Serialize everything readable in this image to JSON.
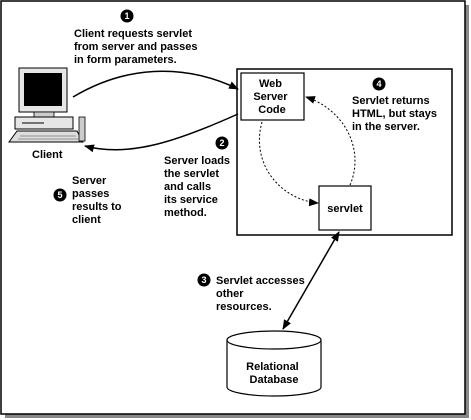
{
  "diagram": {
    "client_label": "Client",
    "web_server_code": [
      "Web",
      "Server",
      "Code"
    ],
    "servlet_label": "servlet",
    "database_label": [
      "Relational",
      "Database"
    ],
    "steps": [
      {
        "number": "1",
        "lines": [
          "Client requests servlet",
          "from server and passes",
          "in form parameters."
        ]
      },
      {
        "number": "2",
        "lines": [
          "Server loads",
          "the servlet",
          "and calls",
          "its service",
          "method."
        ]
      },
      {
        "number": "3",
        "lines": [
          "Servlet accesses",
          "other",
          "resources."
        ]
      },
      {
        "number": "4",
        "lines": [
          "Servlet returns",
          "HTML, but stays",
          "in the server."
        ]
      },
      {
        "number": "5",
        "lines": [
          "Server",
          "passes",
          "results to",
          "client"
        ]
      }
    ]
  }
}
